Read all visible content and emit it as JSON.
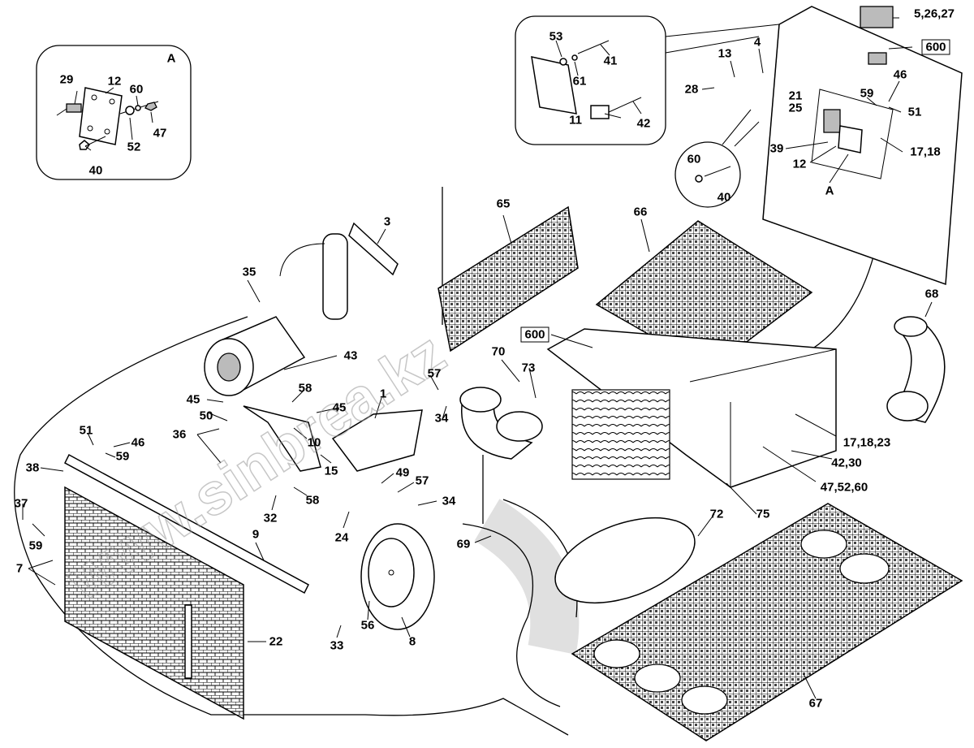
{
  "diagram": {
    "title": "Air conditioning system parts exploded view",
    "watermark": "www.sinbrea.kz",
    "callouts": [
      {
        "id": "A-inset",
        "label": "A"
      },
      {
        "id": "29",
        "label": "29"
      },
      {
        "id": "12a",
        "label": "12"
      },
      {
        "id": "60a",
        "label": "60"
      },
      {
        "id": "52a",
        "label": "52"
      },
      {
        "id": "47a",
        "label": "47"
      },
      {
        "id": "40a",
        "label": "40"
      },
      {
        "id": "53",
        "label": "53"
      },
      {
        "id": "61",
        "label": "61"
      },
      {
        "id": "41",
        "label": "41"
      },
      {
        "id": "11",
        "label": "11"
      },
      {
        "id": "42a",
        "label": "42"
      },
      {
        "id": "13",
        "label": "13"
      },
      {
        "id": "4",
        "label": "4"
      },
      {
        "id": "28",
        "label": "28"
      },
      {
        "id": "60b",
        "label": "60"
      },
      {
        "id": "40b",
        "label": "40"
      },
      {
        "id": "5-26-27",
        "label": "5,26,27"
      },
      {
        "id": "600a",
        "label": "600"
      },
      {
        "id": "46a",
        "label": "46"
      },
      {
        "id": "59a",
        "label": "59"
      },
      {
        "id": "21",
        "label": "21"
      },
      {
        "id": "25",
        "label": "25"
      },
      {
        "id": "51a",
        "label": "51"
      },
      {
        "id": "39",
        "label": "39"
      },
      {
        "id": "17-18a",
        "label": "17,18"
      },
      {
        "id": "12b",
        "label": "12"
      },
      {
        "id": "A-ref",
        "label": "A"
      },
      {
        "id": "3",
        "label": "3"
      },
      {
        "id": "35",
        "label": "35"
      },
      {
        "id": "43",
        "label": "43"
      },
      {
        "id": "45a",
        "label": "45"
      },
      {
        "id": "58a",
        "label": "58"
      },
      {
        "id": "45b",
        "label": "45"
      },
      {
        "id": "50",
        "label": "50"
      },
      {
        "id": "36",
        "label": "36"
      },
      {
        "id": "10",
        "label": "10"
      },
      {
        "id": "1",
        "label": "1"
      },
      {
        "id": "15",
        "label": "15"
      },
      {
        "id": "57a",
        "label": "57"
      },
      {
        "id": "34a",
        "label": "34"
      },
      {
        "id": "49",
        "label": "49"
      },
      {
        "id": "57b",
        "label": "57"
      },
      {
        "id": "34b",
        "label": "34"
      },
      {
        "id": "32",
        "label": "32"
      },
      {
        "id": "58b",
        "label": "58"
      },
      {
        "id": "24",
        "label": "24"
      },
      {
        "id": "51b",
        "label": "51"
      },
      {
        "id": "46b",
        "label": "46"
      },
      {
        "id": "59b",
        "label": "59"
      },
      {
        "id": "38",
        "label": "38"
      },
      {
        "id": "37",
        "label": "37"
      },
      {
        "id": "59c",
        "label": "59"
      },
      {
        "id": "7",
        "label": "7"
      },
      {
        "id": "9",
        "label": "9"
      },
      {
        "id": "22",
        "label": "22"
      },
      {
        "id": "33",
        "label": "33"
      },
      {
        "id": "56",
        "label": "56"
      },
      {
        "id": "8",
        "label": "8"
      },
      {
        "id": "65",
        "label": "65"
      },
      {
        "id": "66",
        "label": "66"
      },
      {
        "id": "600b",
        "label": "600"
      },
      {
        "id": "70",
        "label": "70"
      },
      {
        "id": "73",
        "label": "73"
      },
      {
        "id": "68",
        "label": "68"
      },
      {
        "id": "17-18-23",
        "label": "17,18,23"
      },
      {
        "id": "42-30",
        "label": "42,30"
      },
      {
        "id": "47-52-60",
        "label": "47,52,60"
      },
      {
        "id": "75",
        "label": "75"
      },
      {
        "id": "69",
        "label": "69"
      },
      {
        "id": "72",
        "label": "72"
      },
      {
        "id": "67",
        "label": "67"
      }
    ]
  }
}
